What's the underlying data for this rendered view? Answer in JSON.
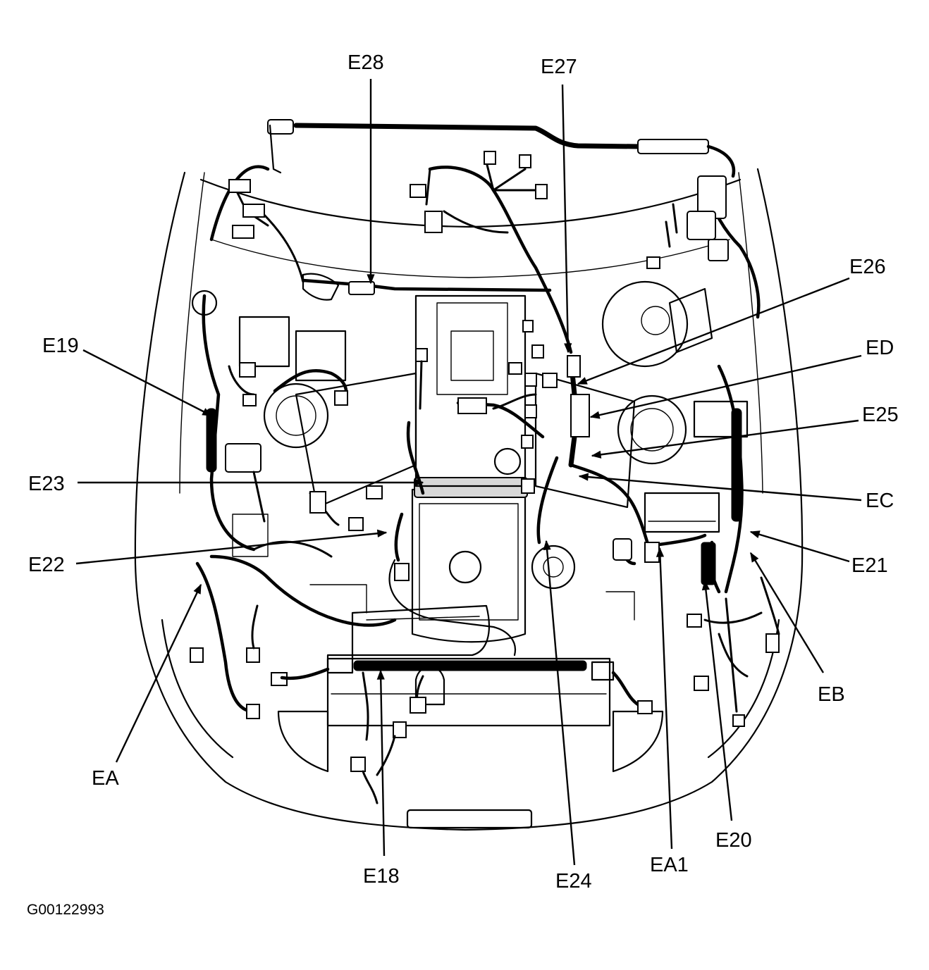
{
  "figure_id": "G00122993",
  "callouts": [
    {
      "id": "E28",
      "label": "E28"
    },
    {
      "id": "E27",
      "label": "E27"
    },
    {
      "id": "E26",
      "label": "E26"
    },
    {
      "id": "ED",
      "label": "ED"
    },
    {
      "id": "E25",
      "label": "E25"
    },
    {
      "id": "EC",
      "label": "EC"
    },
    {
      "id": "E21",
      "label": "E21"
    },
    {
      "id": "EB",
      "label": "EB"
    },
    {
      "id": "E20",
      "label": "E20"
    },
    {
      "id": "EA1",
      "label": "EA1"
    },
    {
      "id": "E24",
      "label": "E24"
    },
    {
      "id": "E18",
      "label": "E18"
    },
    {
      "id": "EA",
      "label": "EA"
    },
    {
      "id": "E22",
      "label": "E22"
    },
    {
      "id": "E23",
      "label": "E23"
    },
    {
      "id": "E19",
      "label": "E19"
    }
  ]
}
